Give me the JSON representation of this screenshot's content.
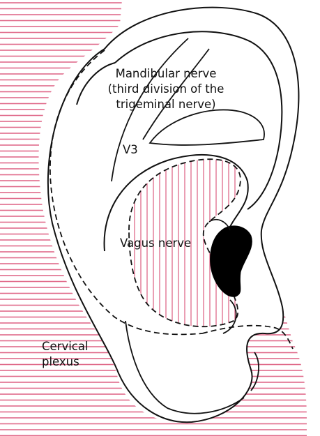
{
  "labels": {
    "mandibular": [
      "Mandibular nerve",
      "(third division of the",
      "trigeminal nerve)"
    ],
    "v3": "V3",
    "vagus": "Vagus nerve",
    "cervical": [
      "Cervical",
      "plexus"
    ]
  },
  "colors": {
    "hatch": "#e06a8a",
    "outline": "#111111",
    "background": "#ffffff"
  }
}
